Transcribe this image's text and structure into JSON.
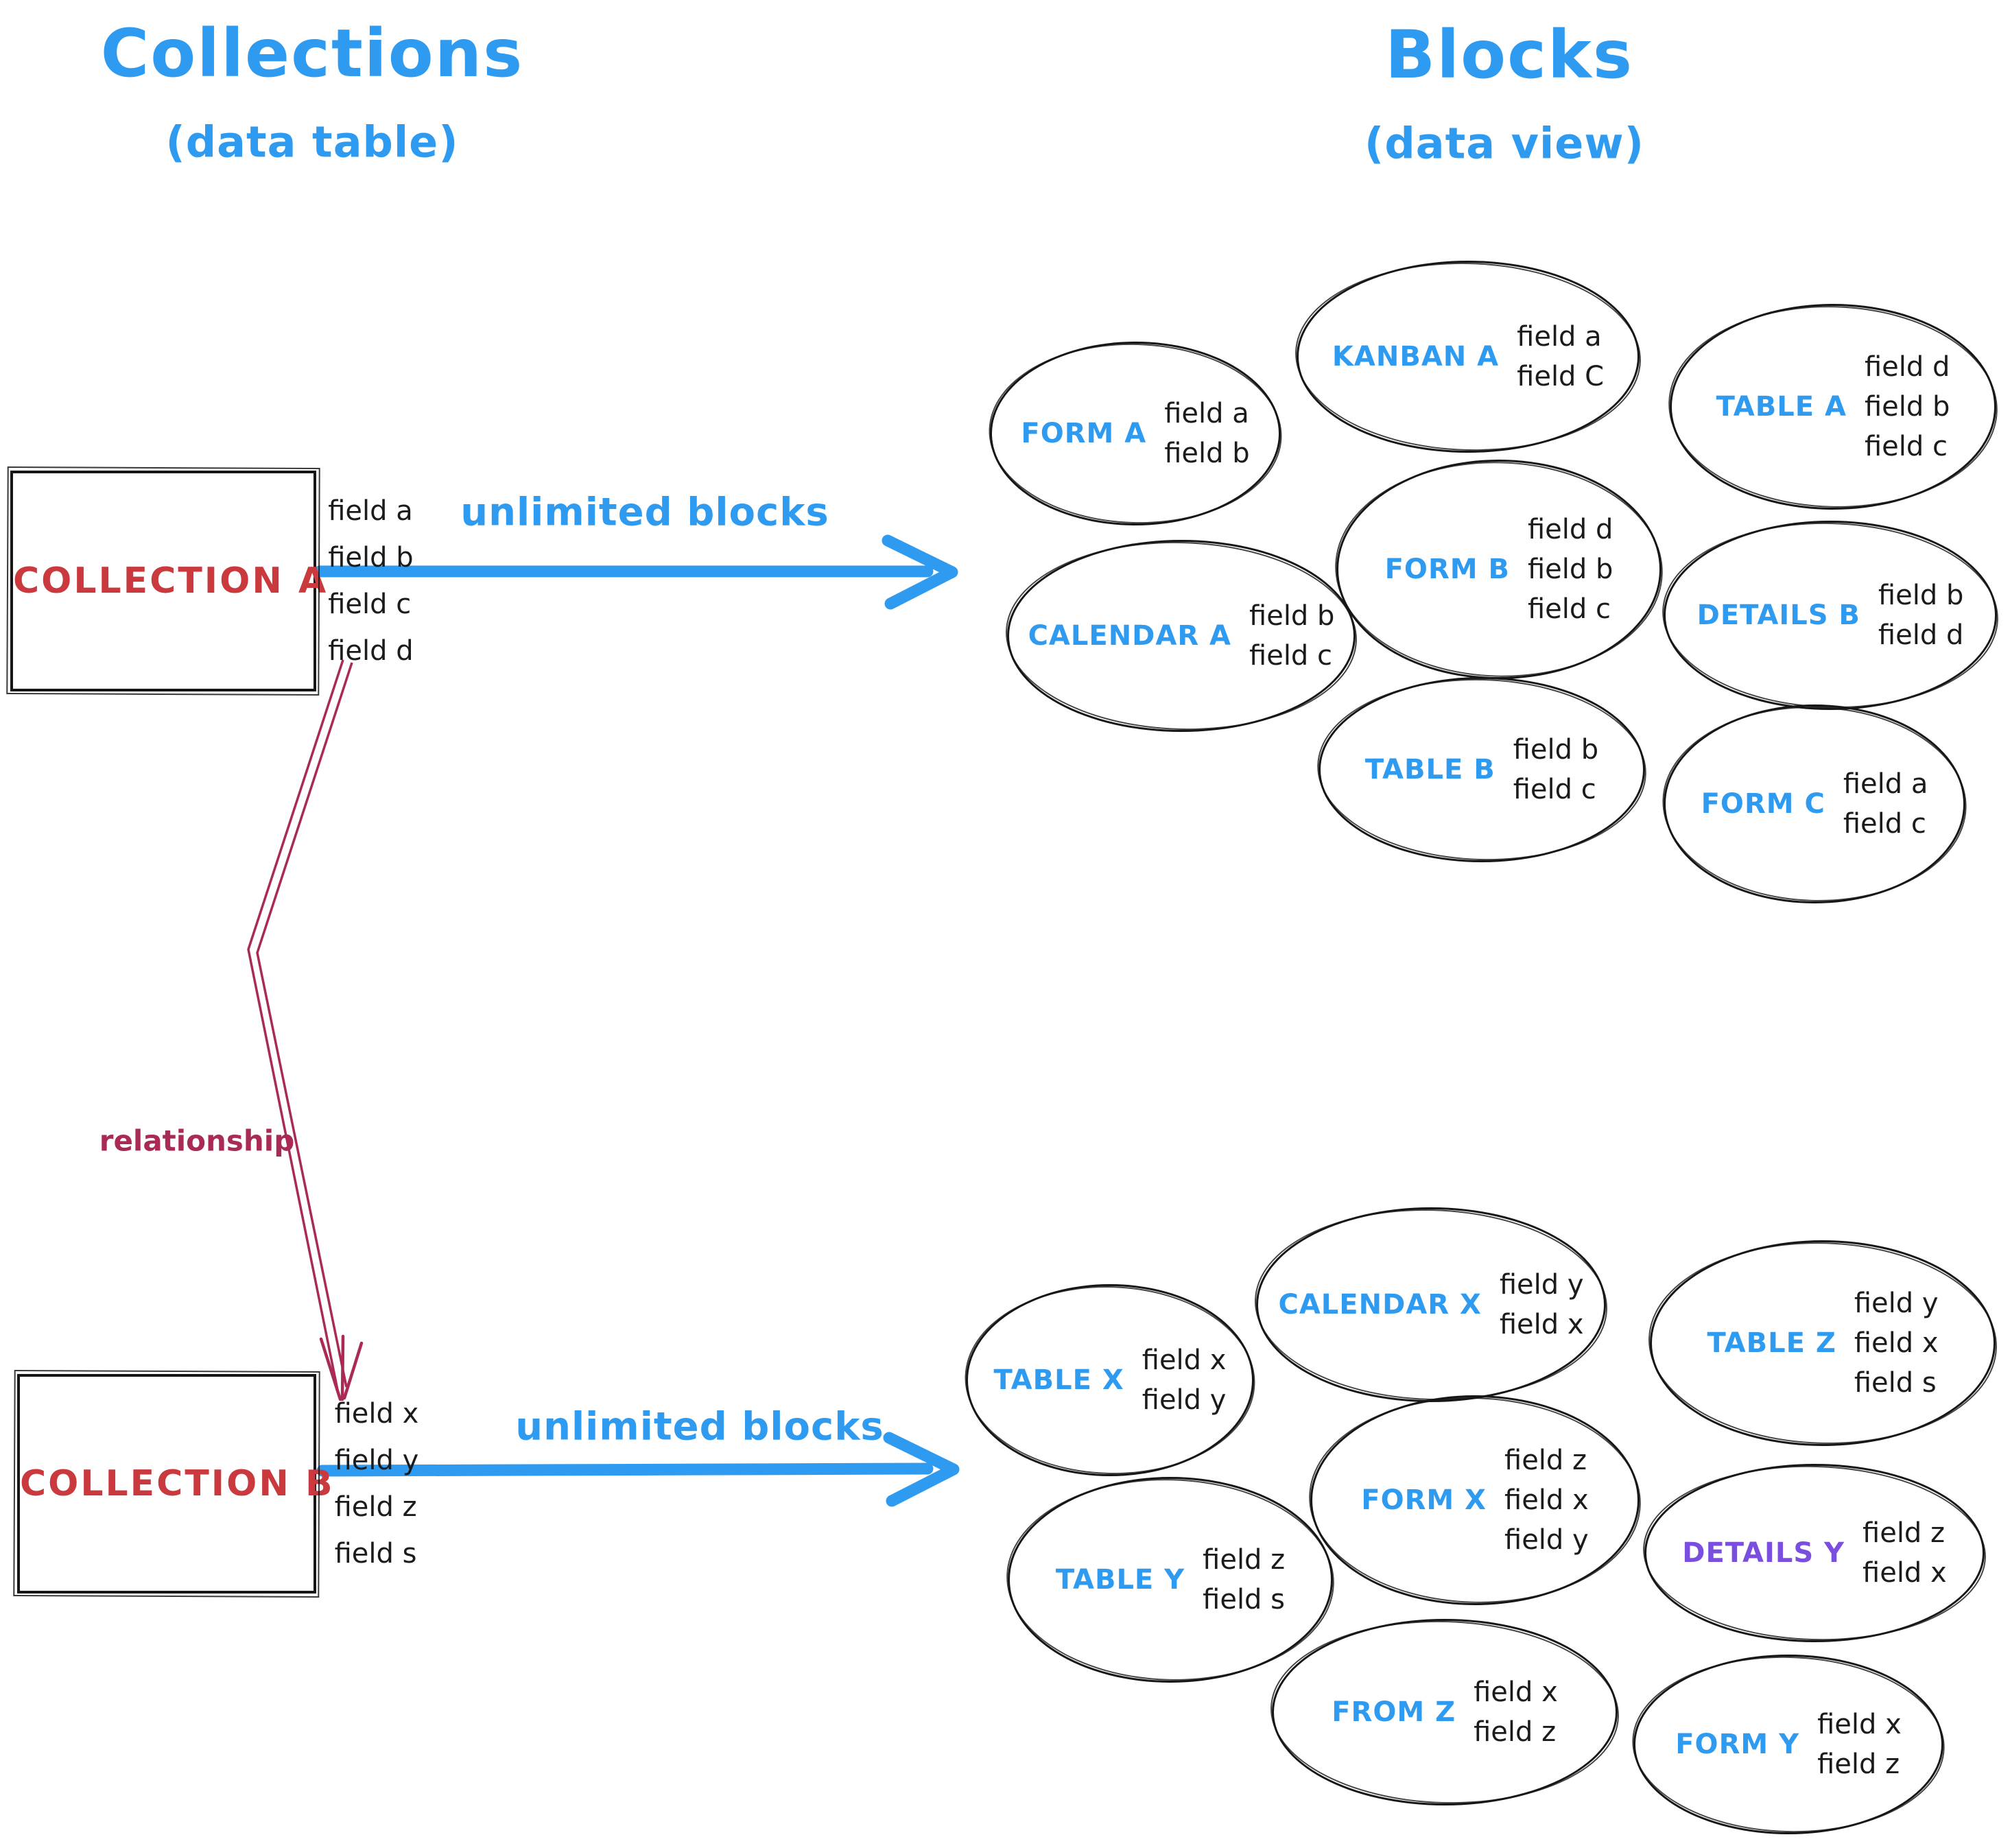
{
  "colors": {
    "accent_blue": "#2f9bf0",
    "collection_red": "#c9393d",
    "relationship_crimson": "#a92a56",
    "details_y_purple": "#7a4fe0",
    "ink_black": "#161616"
  },
  "headers": {
    "collections_title": "Collections",
    "collections_subtitle": "(data table)",
    "blocks_title": "Blocks",
    "blocks_subtitle": "(data view)"
  },
  "collections": [
    {
      "name": "COLLECTION A",
      "fields": [
        "field a",
        "field b",
        "field c",
        "field d"
      ]
    },
    {
      "name": "COLLECTION B",
      "fields": [
        "field x",
        "field y",
        "field z",
        "field s"
      ]
    }
  ],
  "arrows": [
    {
      "id": "collection-a-to-blocks",
      "label": "unlimited blocks"
    },
    {
      "id": "collection-b-to-blocks",
      "label": "unlimited blocks"
    },
    {
      "id": "collection-a-to-collection-b",
      "label": "relationship"
    }
  ],
  "blocks_a": [
    {
      "name": "FORM A",
      "fields": [
        "field a",
        "field b"
      ]
    },
    {
      "name": "KANBAN A",
      "fields": [
        "field a",
        "field C"
      ]
    },
    {
      "name": "TABLE A",
      "fields": [
        "field d",
        "field b",
        "field c"
      ]
    },
    {
      "name": "CALENDAR A",
      "fields": [
        "field b",
        "field c"
      ]
    },
    {
      "name": "FORM B",
      "fields": [
        "field d",
        "field b",
        "field c"
      ]
    },
    {
      "name": "DETAILS B",
      "fields": [
        "field b",
        "field d"
      ]
    },
    {
      "name": "TABLE B",
      "fields": [
        "field b",
        "field c"
      ]
    },
    {
      "name": "FORM C",
      "fields": [
        "field a",
        "field c"
      ]
    }
  ],
  "blocks_b": [
    {
      "name": "TABLE X",
      "fields": [
        "field x",
        "field y"
      ]
    },
    {
      "name": "CALENDAR X",
      "fields": [
        "field y",
        "field x"
      ]
    },
    {
      "name": "TABLE Z",
      "fields": [
        "field y",
        "field x",
        "field s"
      ]
    },
    {
      "name": "TABLE Y",
      "fields": [
        "field z",
        "field s"
      ]
    },
    {
      "name": "FORM X",
      "fields": [
        "field z",
        "field x",
        "field y"
      ]
    },
    {
      "name": "DETAILS Y",
      "fields": [
        "field z",
        "field x"
      ]
    },
    {
      "name": "FROM Z",
      "fields": [
        "field x",
        "field z"
      ]
    },
    {
      "name": "FORM Y",
      "fields": [
        "field x",
        "field z"
      ]
    }
  ]
}
